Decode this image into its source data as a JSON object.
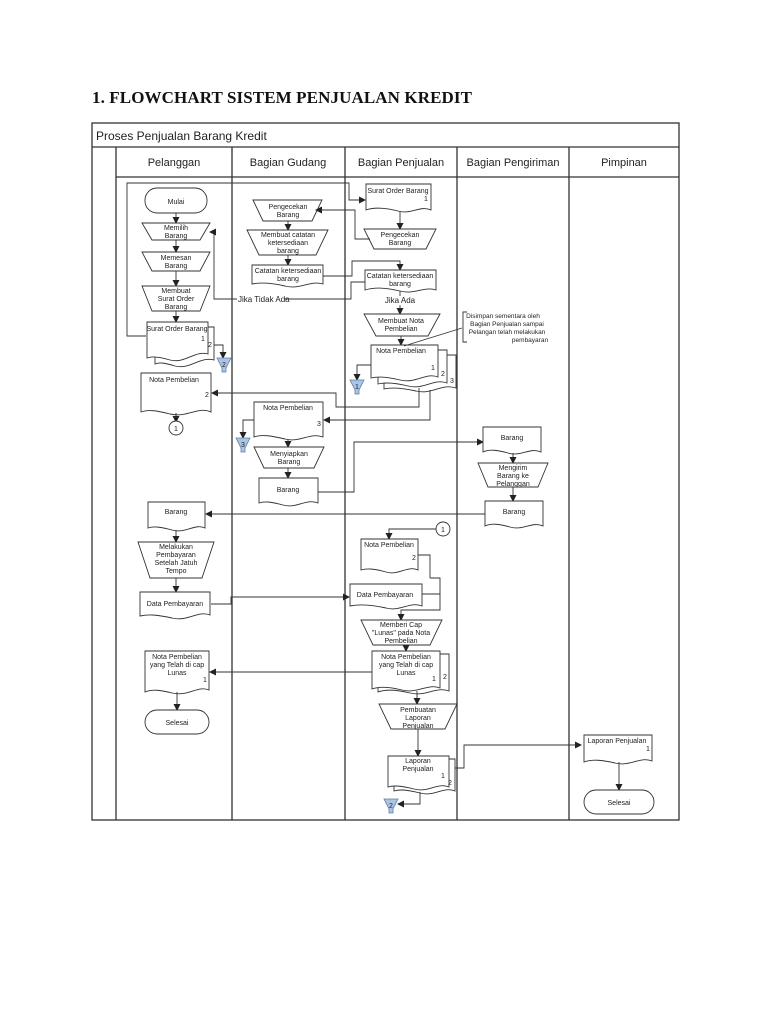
{
  "heading": "1. FLOWCHART  SISTEM PENJUALAN KREDIT",
  "diagram": {
    "title": "Proses Penjualan Barang Kredit",
    "lanes": [
      "Pelanggan",
      "Bagian Gudang",
      "Bagian Penjualan",
      "Bagian Pengiriman",
      "Pimpinan"
    ],
    "nodes": {
      "mulai": "Mulai",
      "memilih_barang": [
        "Memilih",
        "Barang"
      ],
      "memesan_barang": [
        "Memesan",
        "Barang"
      ],
      "membuat_sob": [
        "Membuat",
        "Surat Order",
        "Barang"
      ],
      "sob_pelanggan": {
        "label": "Surat Order Barang",
        "copies": [
          "1",
          "2"
        ]
      },
      "offpage_2a": "2",
      "nota_pelanggan": {
        "label": "Nota Pembelian",
        "copy": "2"
      },
      "connector_1a": "1",
      "pengecekan_gudang": [
        "Pengecekan",
        "Barang"
      ],
      "membuat_catatan": [
        "Membuat catatan",
        "ketersediaan",
        "barang"
      ],
      "catatan_gudang": [
        "Catatan ketersediaan",
        "barang"
      ],
      "jika_tidak_ada": "Jika Tidak Ada",
      "nota_gudang": {
        "label": "Nota Pembelian",
        "copy": "3"
      },
      "offpage_3": "3",
      "menyiapkan_barang": [
        "Menyiapkan",
        "Barang"
      ],
      "barang_gudang": "Barang",
      "sob_penjualan": {
        "label": "Surat Order Barang",
        "copy": "1"
      },
      "pengecekan_penjualan": [
        "Pengecekan",
        "Barang"
      ],
      "catatan_penjualan": [
        "Catatan ketersediaan",
        "barang"
      ],
      "jika_ada": "Jika Ada",
      "membuat_nota": [
        "Membuat Nota",
        "Pembelian"
      ],
      "nota_penjualan": {
        "label": "Nota Pembelian",
        "copies": [
          "1",
          "2",
          "3"
        ]
      },
      "offpage_1": "1",
      "annotation": [
        "Disimpan sementara oleh",
        "Bagian Penjualan  sampai",
        "Pelangan telah melakukan",
        "pembayaran"
      ],
      "barang_pengiriman_1": "Barang",
      "mengirim_barang": [
        "Mengirim",
        "Barang ke",
        "Pelanggan"
      ],
      "barang_pengiriman_2": "Barang",
      "barang_pelanggan": "Barang",
      "melakukan_pembayaran": [
        "Melakukan",
        "Pembayaran",
        "Setelah Jatuh",
        "Tempo"
      ],
      "data_pembayaran_pelanggan": "Data Pembayaran",
      "connector_1b": "1",
      "nota_penjualan_2": {
        "label": "Nota Pembelian",
        "copy": "2"
      },
      "data_pembayaran_penjualan": "Data Pembayaran",
      "memberi_cap": [
        "Memberi Cap",
        "\"Lunas\" pada Nota",
        "Pembelian"
      ],
      "nota_lunas_penjualan": {
        "label": [
          "Nota Pembelian",
          "yang Telah di cap",
          "Lunas"
        ],
        "copies": [
          "1",
          "2"
        ]
      },
      "nota_lunas_pelanggan": {
        "label": [
          "Nota Pembelian",
          "yang Telah di cap",
          "Lunas"
        ],
        "copy": "1"
      },
      "selesai_pelanggan": "Selesai",
      "pembuatan_laporan": [
        "Pembuatan",
        "Laporan",
        "Penjualan"
      ],
      "laporan_penjualan": {
        "label": [
          "Laporan",
          "Penjualan"
        ],
        "copies": [
          "1",
          "2"
        ]
      },
      "offpage_2b": "2",
      "laporan_pimpinan": {
        "label": "Laporan Penjualan",
        "copy": "1"
      },
      "selesai_pimpinan": "Selesai"
    }
  }
}
